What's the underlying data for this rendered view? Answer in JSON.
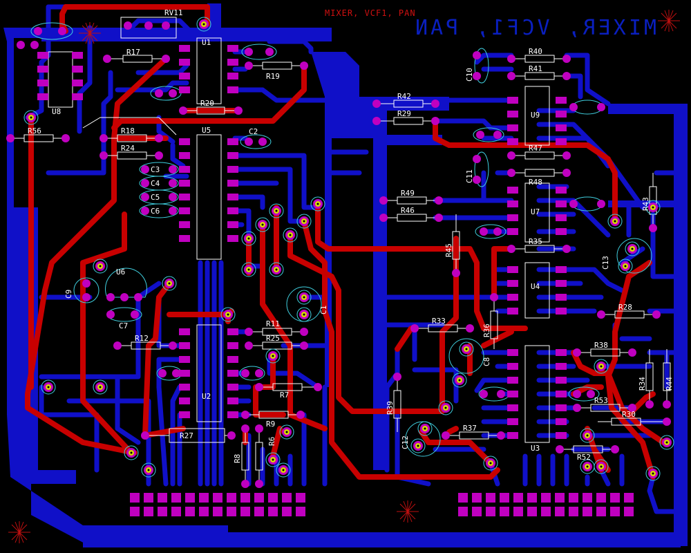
{
  "title": "MIXER, VCF1, PAN",
  "title_mirrored": "MIXER, VCF1, PAN",
  "colors": {
    "background": "#000000",
    "bottom_copper": "#1010c8",
    "top_copper": "#c80000",
    "pad": "#c000c0",
    "via": "#d8d800",
    "silkscreen": "#ffffff",
    "outline_cyan": "#40d0e0"
  },
  "components": {
    "RV11": "RV11",
    "U1": "U1",
    "U2": "U2",
    "U3": "U3",
    "U4": "U4",
    "U5": "U5",
    "U6": "U6",
    "U7": "U7",
    "U8": "U8",
    "U9": "U9",
    "R17": "R17",
    "R18": "R18",
    "R19": "R19",
    "R20": "R20",
    "R24": "R24",
    "R56": "R56",
    "R11": "R11",
    "R25": "R25",
    "R7": "R7",
    "R9": "R9",
    "R8": "R8",
    "R6": "R6",
    "R12": "R12",
    "R27": "R27",
    "R40": "R40",
    "R41": "R41",
    "R42": "R42",
    "R29": "R29",
    "R47": "R47",
    "R48": "R48",
    "R49": "R49",
    "R46": "R46",
    "R45": "R45",
    "R35": "R35",
    "R43": "R43",
    "R28": "R28",
    "R36": "R36",
    "R33": "R33",
    "R38": "R38",
    "R34": "R34",
    "R44": "R44",
    "R53": "R53",
    "R30": "R30",
    "R39": "R39",
    "R37": "R37",
    "R52": "R52",
    "C1": "C1",
    "C2": "C2",
    "C3": "C3",
    "C4": "C4",
    "C5": "C5",
    "C6": "C6",
    "C7": "C7",
    "C8": "C8",
    "C9": "C9",
    "C10": "C10",
    "C11": "C11",
    "C12": "C12",
    "C13": "C13"
  }
}
